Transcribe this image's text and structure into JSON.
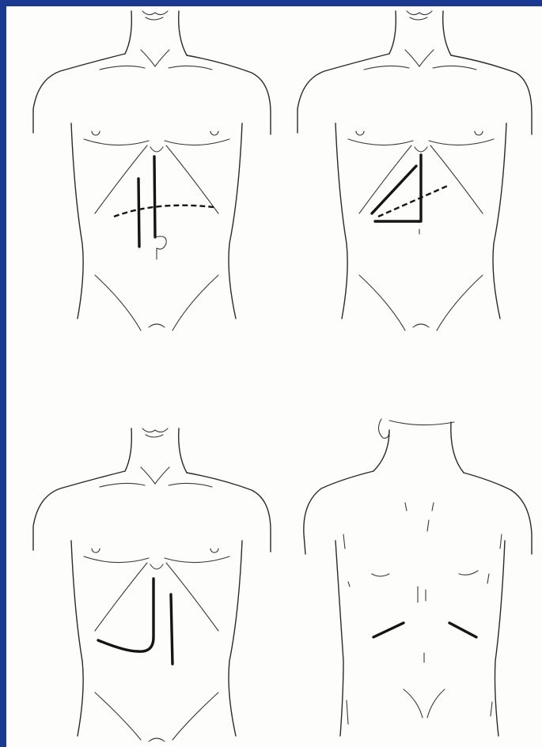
{
  "figure": {
    "panels": [
      {
        "id": "front-1",
        "view": "anterior"
      },
      {
        "id": "front-2",
        "view": "anterior"
      },
      {
        "id": "front-3",
        "view": "anterior"
      },
      {
        "id": "back-1",
        "view": "posterior"
      }
    ],
    "colors": {
      "frame": "#1a3a8f",
      "paper": "#fdfdfc",
      "line": "#2a2a2a",
      "incision": "#151515"
    }
  }
}
